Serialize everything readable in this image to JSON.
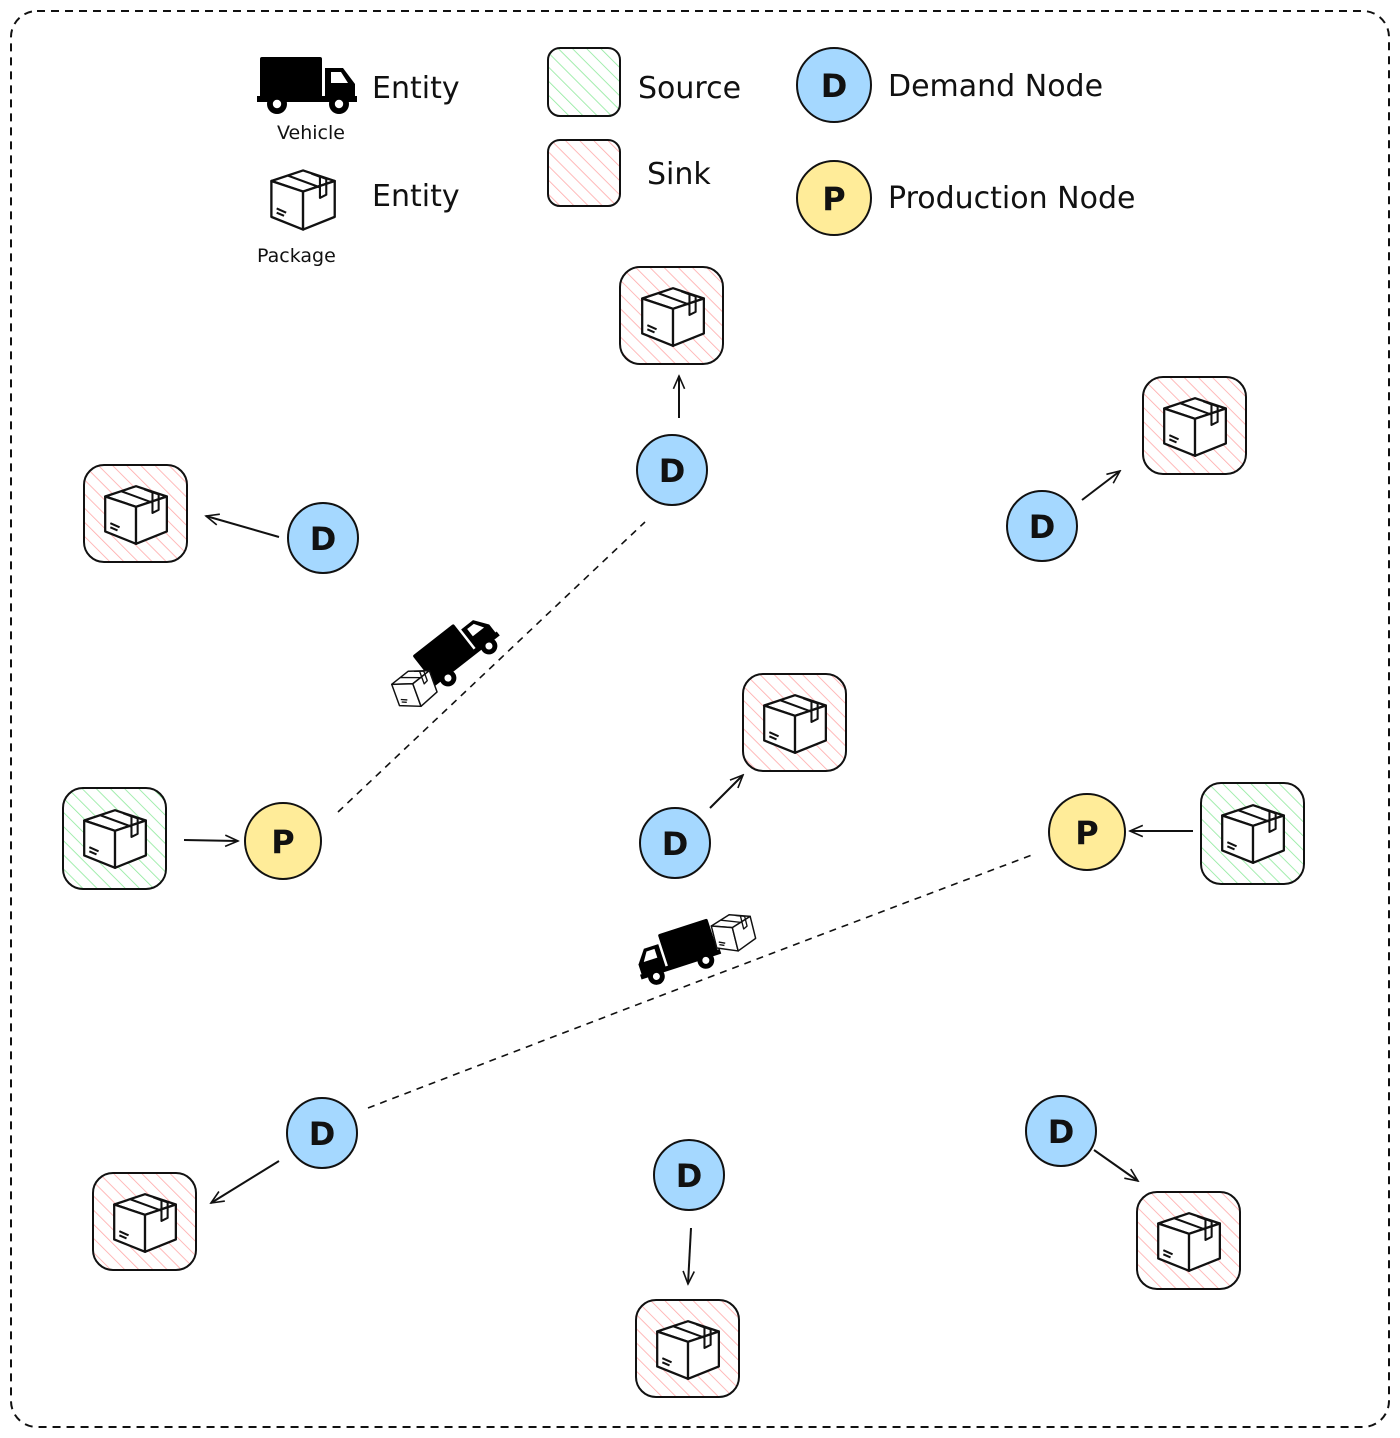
{
  "legend": {
    "vehicle_entity": "Entity",
    "vehicle_caption": "Vehicle",
    "package_entity": "Entity",
    "package_caption": "Package",
    "source": "Source",
    "sink": "Sink",
    "demand_letter": "D",
    "demand": "Demand Node",
    "production_letter": "P",
    "production": "Production Node"
  },
  "node_letters": {
    "demand": "D",
    "production": "P"
  },
  "colors": {
    "demand_fill": "#a5d8ff",
    "production_fill": "#ffec99",
    "source_hatch": "#8ce99a",
    "sink_hatch": "#ffa8a8",
    "ink": "#111111"
  },
  "icons": {
    "vehicle": "truck-icon",
    "package": "package-box-icon"
  }
}
